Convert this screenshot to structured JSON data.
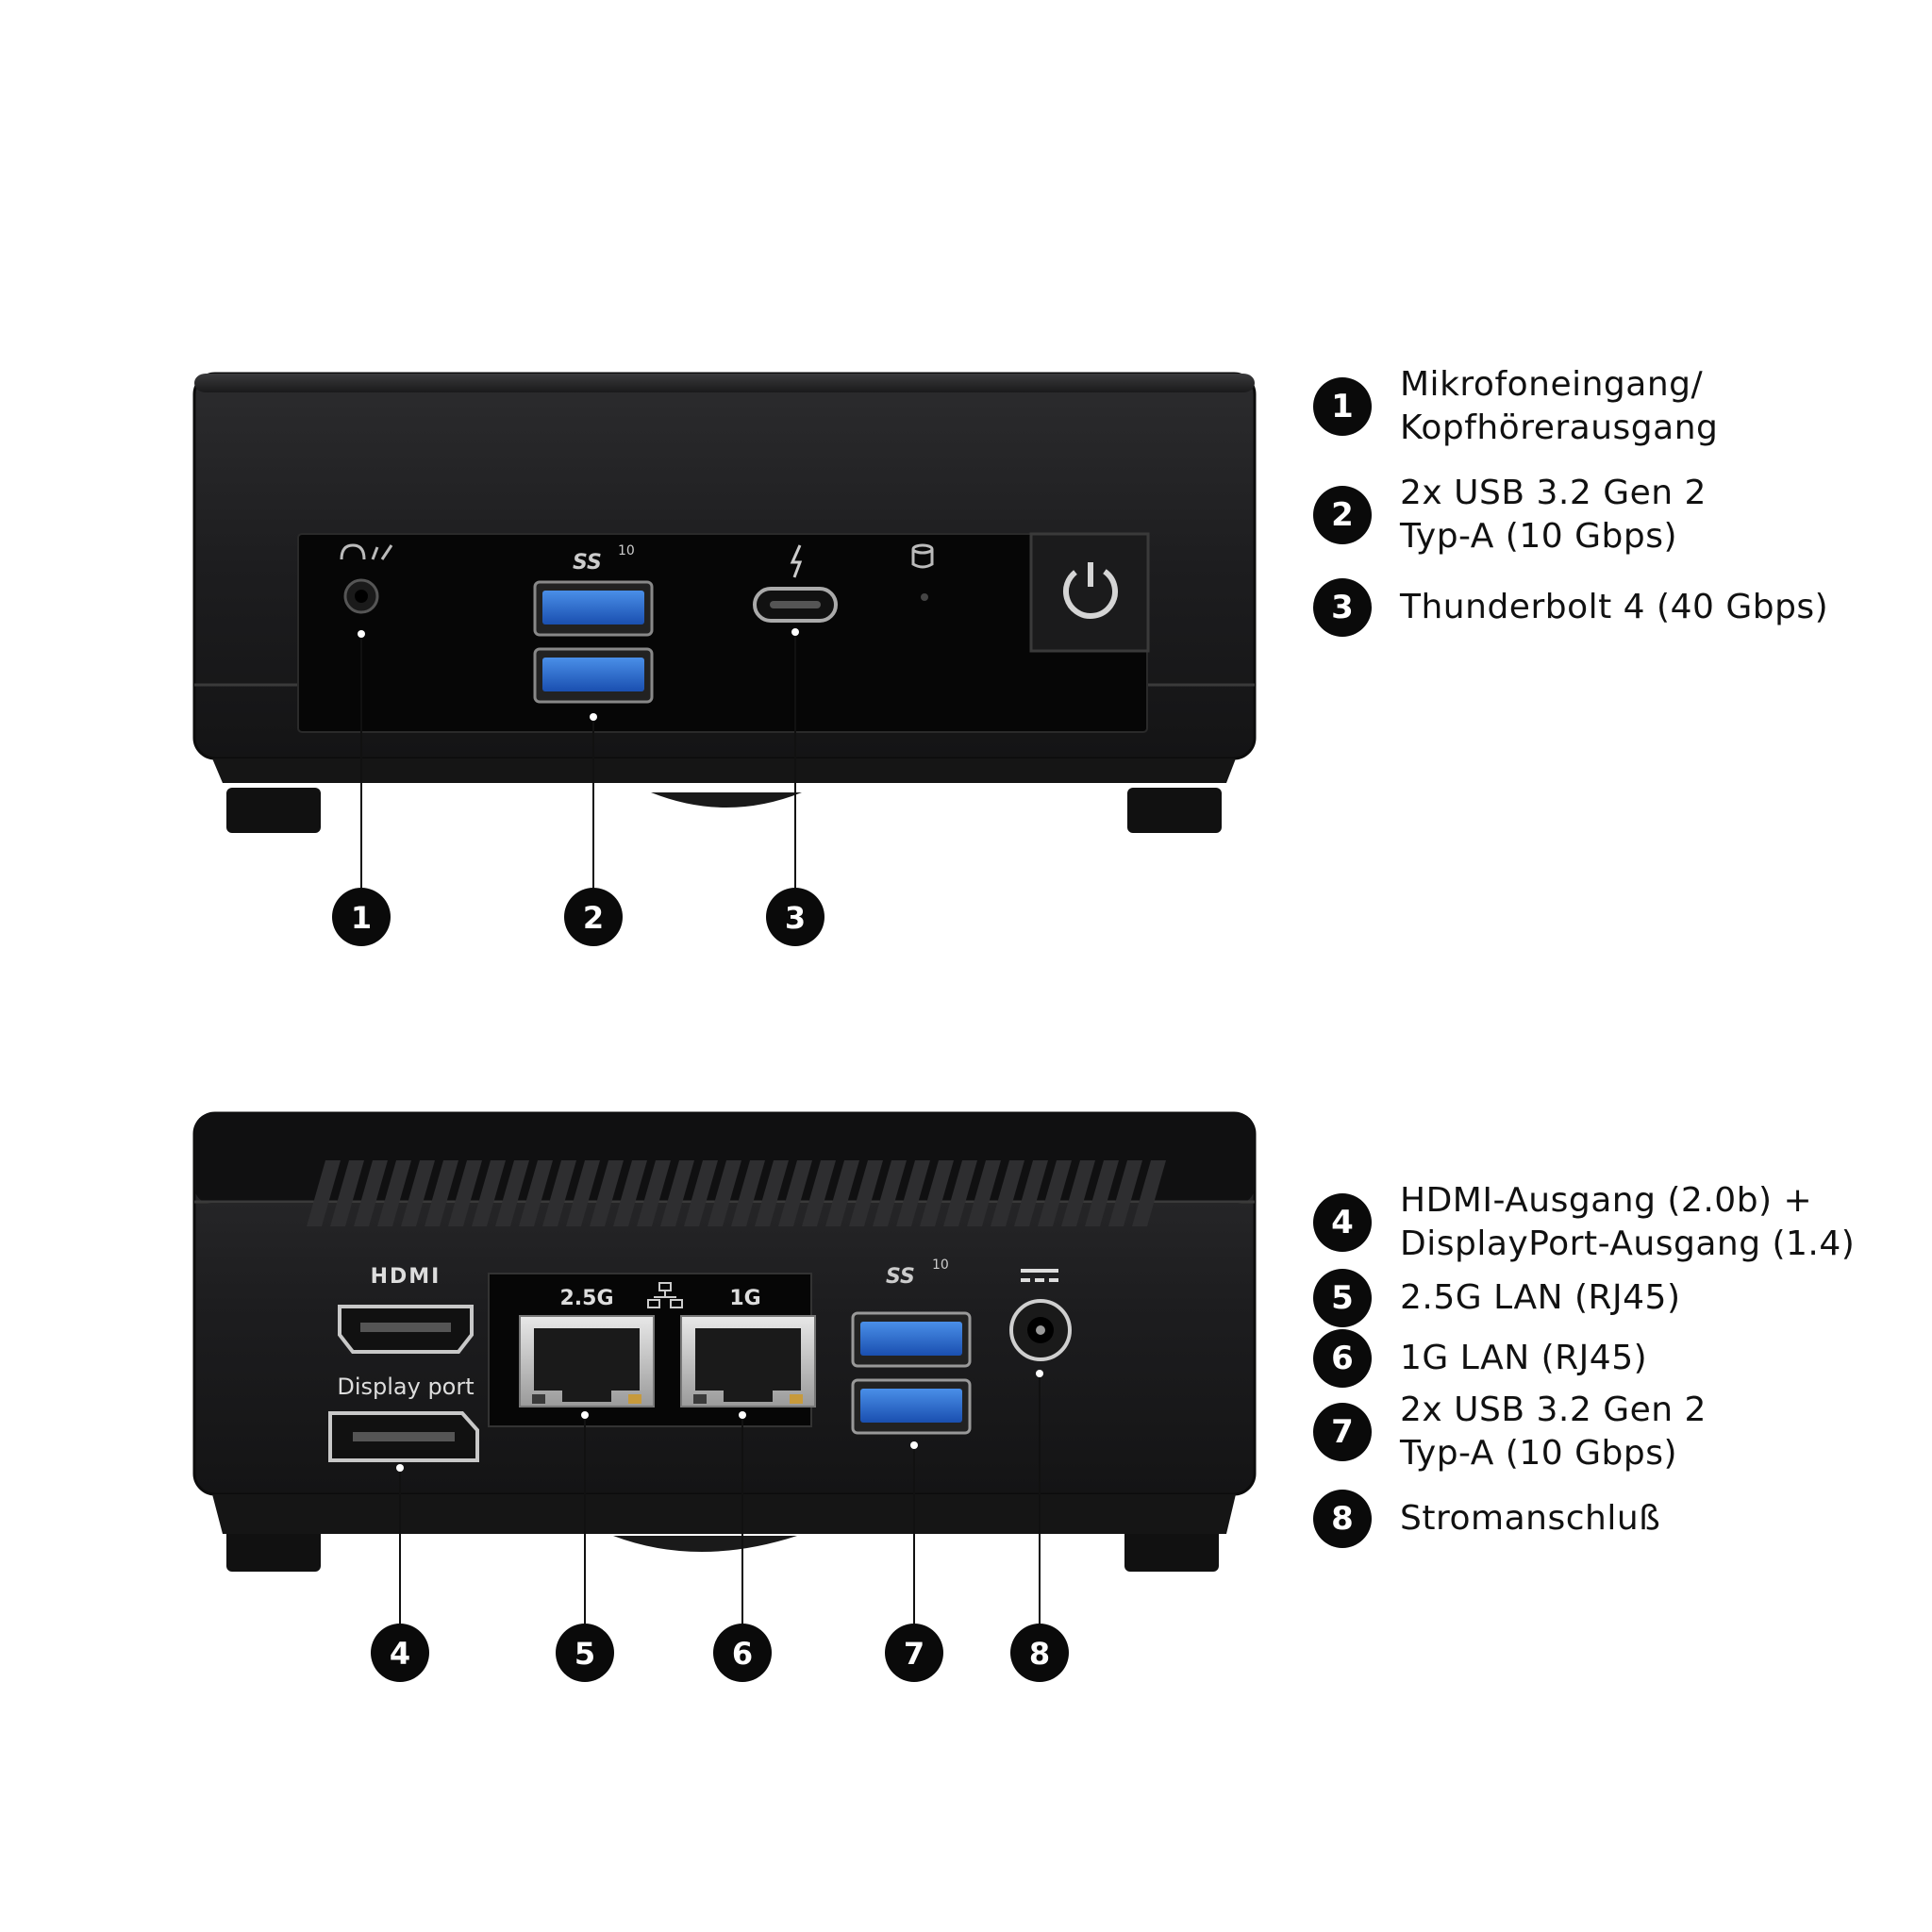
{
  "front": {
    "labels": {
      "usb": "SS",
      "usb_gen": "10"
    },
    "callouts": [
      "1",
      "2",
      "3"
    ]
  },
  "back": {
    "labels": {
      "hdmi": "HDMI",
      "displayport": "Display port",
      "lan1": "2.5G",
      "lan2": "1G",
      "usb": "SS",
      "usb_gen": "10"
    },
    "callouts": [
      "4",
      "5",
      "6",
      "7",
      "8"
    ]
  },
  "legend_front": [
    {
      "num": "1",
      "line1": "Mikrofoneingang/",
      "line2": "Kopfhörerausgang"
    },
    {
      "num": "2",
      "line1": "2x USB 3.2 Gen 2",
      "line2": "Typ-A (10 Gbps)"
    },
    {
      "num": "3",
      "line1": "Thunderbolt 4 (40 Gbps)",
      "line2": ""
    }
  ],
  "legend_back": [
    {
      "num": "4",
      "line1": "HDMI-Ausgang (2.0b) +",
      "line2": "DisplayPort-Ausgang (1.4)"
    },
    {
      "num": "5",
      "line1": "2.5G LAN (RJ45)",
      "line2": ""
    },
    {
      "num": "6",
      "line1": "1G LAN (RJ45)",
      "line2": ""
    },
    {
      "num": "7",
      "line1": "2x USB 3.2 Gen 2",
      "line2": "Typ-A (10 Gbps)"
    },
    {
      "num": "8",
      "line1": "Stromanschluß",
      "line2": ""
    }
  ]
}
